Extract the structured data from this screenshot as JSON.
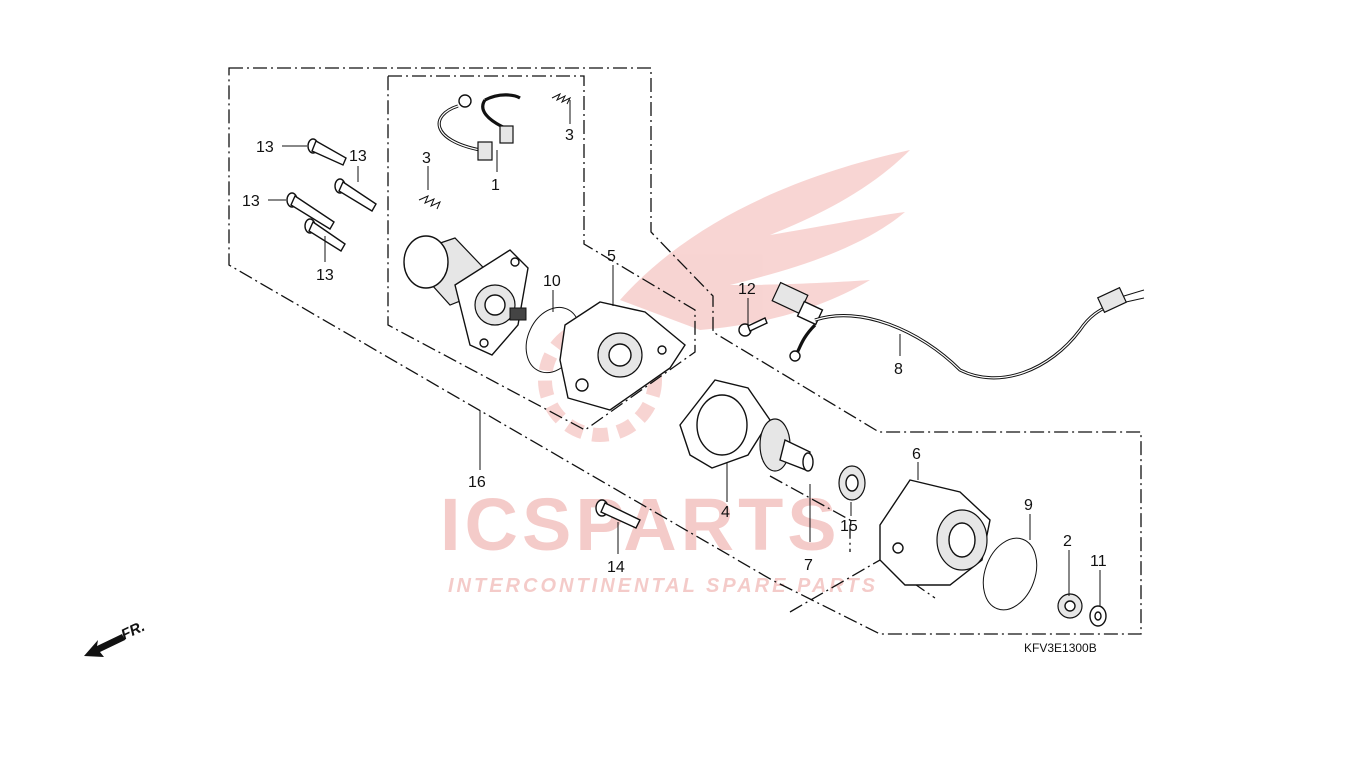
{
  "diagram": {
    "code": "KFV3E1300B",
    "direction_label": "FR.",
    "watermark": {
      "brand": "ICSPARTS",
      "tagline": "INTERCONTINENTAL SPARE PARTS",
      "brand_color": "#e0605a"
    },
    "callouts": {
      "c1": "1",
      "c2": "2",
      "c3a": "3",
      "c3b": "3",
      "c4": "4",
      "c5": "5",
      "c6": "6",
      "c7": "7",
      "c8": "8",
      "c9": "9",
      "c10": "10",
      "c11": "11",
      "c12": "12",
      "c13a": "13",
      "c13b": "13",
      "c13c": "13",
      "c13d": "13",
      "c14": "14",
      "c15": "15",
      "c16": "16"
    }
  }
}
